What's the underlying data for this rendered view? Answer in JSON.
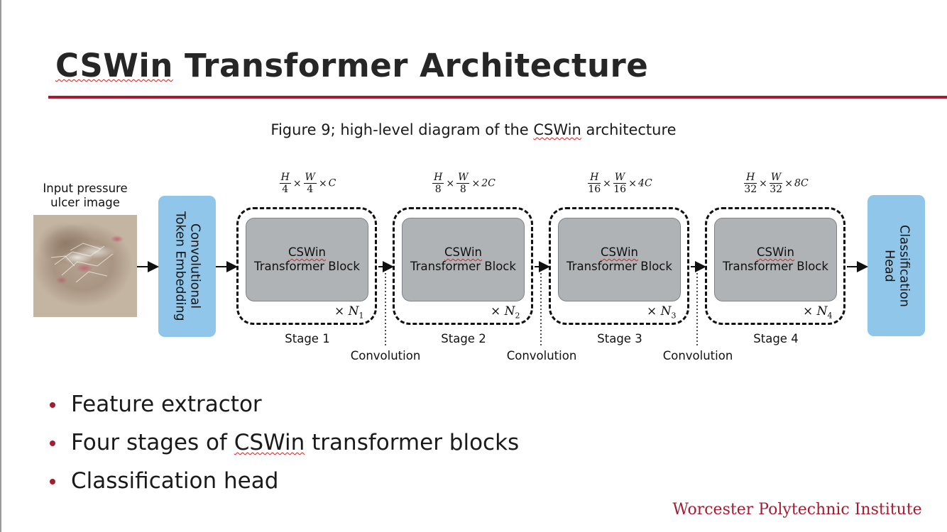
{
  "slide": {
    "title": "CSWin Transformer Architecture",
    "caption": "Figure 9; high-level diagram of the CSWin architecture",
    "footer": "Worcester Polytechnic Institute",
    "accent_color": "#a51c30"
  },
  "diagram": {
    "input_label_line1": "Input pressure",
    "input_label_line2": "ulcer image",
    "embedding_line1": "Convolutional",
    "embedding_line2": "Token Embedding",
    "head_line1": "Classification",
    "head_line2": "Head",
    "block_colors": {
      "embedding": "#8fc6e9",
      "transformer": "#b0b3b6"
    },
    "stages": [
      {
        "label": "Stage 1",
        "block_line1": "CSWin",
        "block_line2": "Transformer Block",
        "repeat_symbol": "× N",
        "repeat_sub": "1",
        "dim_h": "H",
        "dim_h_den": "4",
        "dim_w": "W",
        "dim_w_den": "4",
        "dim_c": "C"
      },
      {
        "label": "Stage 2",
        "block_line1": "CSWin",
        "block_line2": "Transformer Block",
        "repeat_symbol": "× N",
        "repeat_sub": "2",
        "dim_h": "H",
        "dim_h_den": "8",
        "dim_w": "W",
        "dim_w_den": "8",
        "dim_c": "2C"
      },
      {
        "label": "Stage 3",
        "block_line1": "CSWin",
        "block_line2": "Transformer Block",
        "repeat_symbol": "× N",
        "repeat_sub": "3",
        "dim_h": "H",
        "dim_h_den": "16",
        "dim_w": "W",
        "dim_w_den": "16",
        "dim_c": "4C"
      },
      {
        "label": "Stage 4",
        "block_line1": "CSWin",
        "block_line2": "Transformer Block",
        "repeat_symbol": "× N",
        "repeat_sub": "4",
        "dim_h": "H",
        "dim_h_den": "32",
        "dim_w": "W",
        "dim_w_den": "32",
        "dim_c": "8C"
      }
    ],
    "convolution_labels": [
      "Convolution",
      "Convolution",
      "Convolution"
    ]
  },
  "bullets": [
    "Feature extractor",
    "Four stages of CSWin transformer blocks",
    "Classification head"
  ]
}
